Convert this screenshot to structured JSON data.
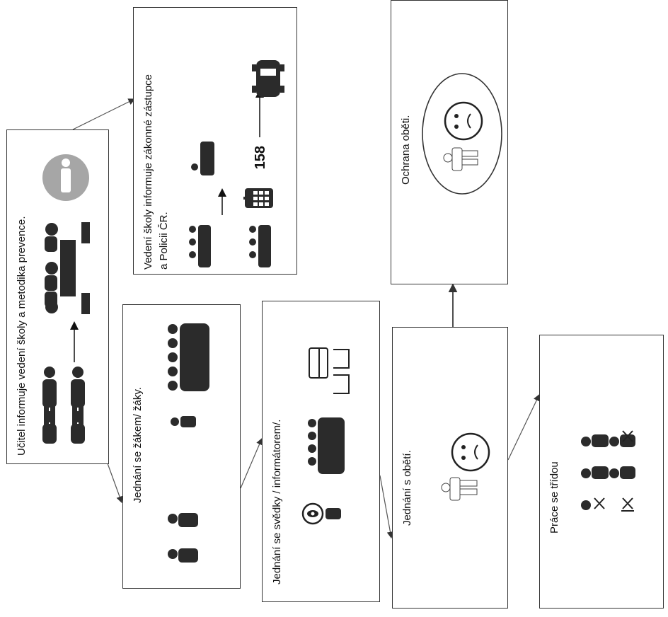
{
  "steps": {
    "teacher_informs": {
      "label": "Učitel informuje vedení školy a metodika prevence."
    },
    "school_informs": {
      "label_line1": "Vedení školy informuje zákonné zástupce",
      "label_line2": "a Policii ČR.",
      "police_number": "158"
    },
    "protect_victim": {
      "label": "Ochrana oběti."
    },
    "talk_with_pupil": {
      "label": "Jednání se žákem/ žáky."
    },
    "talk_with_witness": {
      "label": "Jednání se svědky / informátorem/."
    },
    "talk_with_victim": {
      "label": "Jednání s obětí."
    },
    "work_with_class": {
      "label": "Práce se třídou"
    }
  },
  "colors": {
    "border": "#333333",
    "icon": "#2b2b2b",
    "grey_circle": "#a6a6a6"
  }
}
